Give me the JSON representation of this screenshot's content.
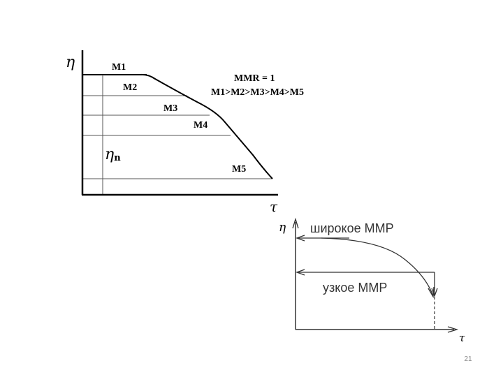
{
  "diagram1": {
    "y_axis_label": "η",
    "x_axis_label": "τ",
    "eta_n_label": "η",
    "eta_n_sub": "n",
    "mmr_label": "MMR = 1",
    "order_label": "M1>M2>M3>M4>M5",
    "levels": [
      {
        "name": "M1"
      },
      {
        "name": "M2"
      },
      {
        "name": "M3"
      },
      {
        "name": "M4"
      },
      {
        "name": "M5"
      }
    ]
  },
  "diagram2": {
    "y_axis_label": "η",
    "x_axis_label": "τ",
    "wide_label": "широкое ММР",
    "narrow_label": "узкое ММР"
  },
  "page_number": "21"
}
